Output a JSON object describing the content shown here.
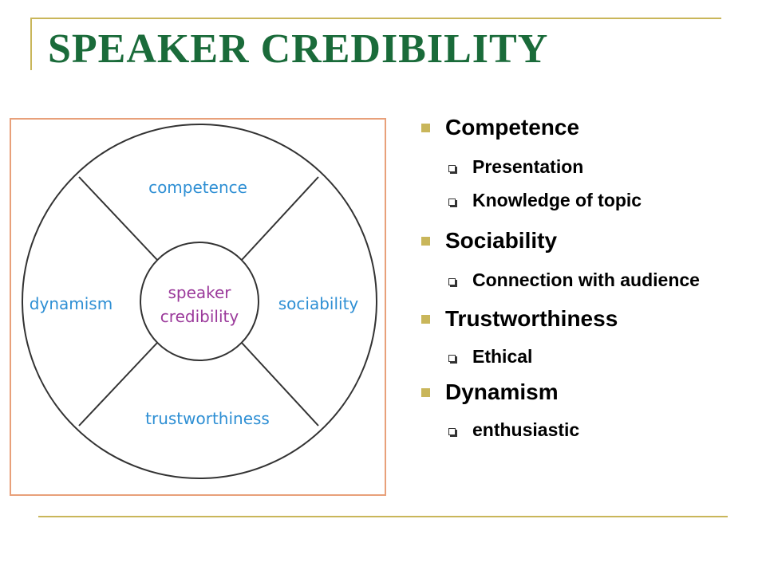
{
  "title": "SPEAKER CREDIBILITY",
  "diagram": {
    "center": [
      "speaker",
      "credibility"
    ],
    "segments": {
      "top": "competence",
      "right": "sociability",
      "bottom": "trustworthiness",
      "left": "dynamism"
    }
  },
  "bullets": [
    {
      "label": "Competence",
      "subs": [
        "Presentation",
        "Knowledge of topic"
      ]
    },
    {
      "label": "Sociability",
      "subs": [
        "Connection with audience"
      ]
    },
    {
      "label": "Trustworthiness",
      "subs": [
        "Ethical"
      ]
    },
    {
      "label": "Dynamism",
      "subs": [
        "enthusiastic"
      ]
    }
  ],
  "colors": {
    "title": "#1a6b3a",
    "rule": "#c9b65a",
    "segment_text": "#2e8fd4",
    "center_text": "#9b3a9b",
    "frame": "#e8a07a"
  }
}
